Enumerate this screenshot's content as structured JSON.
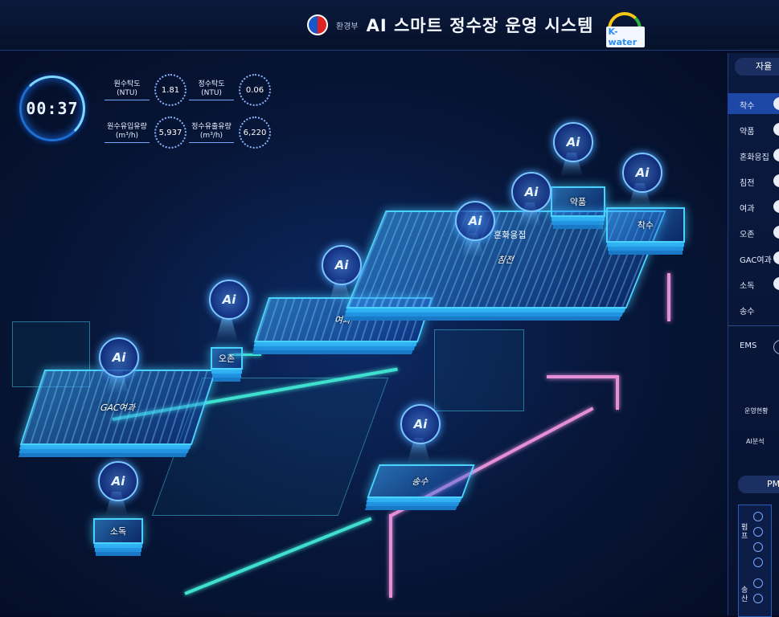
{
  "header": {
    "gov_label": "환경부",
    "title": "AI 스마트 정수장 운영 시스템",
    "partner_logo_text": "K-water"
  },
  "clock": {
    "time": "00:37"
  },
  "metrics": [
    {
      "label_line1": "원수탁도",
      "label_line2": "(NTU)",
      "value": "1.81"
    },
    {
      "label_line1": "정수탁도",
      "label_line2": "(NTU)",
      "value": "0.06"
    },
    {
      "label_line1": "원수유입유량",
      "label_line2": "(m³/h)",
      "value": "5,937"
    },
    {
      "label_line1": "정수유출유량",
      "label_line2": "(m³/h)",
      "value": "6,220"
    }
  ],
  "ai_badge": "Ai",
  "facilities": {
    "gac": "GAC여과",
    "ozone": "오존",
    "filtration": "여과",
    "sedimentation": "침전",
    "coagulation": "혼화응집",
    "chemical": "약품",
    "intake": "착수",
    "distribution": "송수",
    "disinfection": "소독"
  },
  "panel": {
    "header": "자율",
    "items": [
      "착수",
      "약품",
      "혼화응집",
      "침전",
      "여과",
      "오존",
      "GAC여과",
      "소독",
      "송수"
    ],
    "active_index": 0,
    "ems": "EMS",
    "status_link": "운영현황",
    "analysis_link": "AI분석",
    "pm_header": "PM",
    "pm_group1": "펌프",
    "pm_group2": "송산"
  },
  "colors": {
    "accent": "#4ad2ff",
    "pipe_teal": "#3fe0d0",
    "pipe_pink": "#e48fd8",
    "panel_active": "#1d47a4"
  }
}
